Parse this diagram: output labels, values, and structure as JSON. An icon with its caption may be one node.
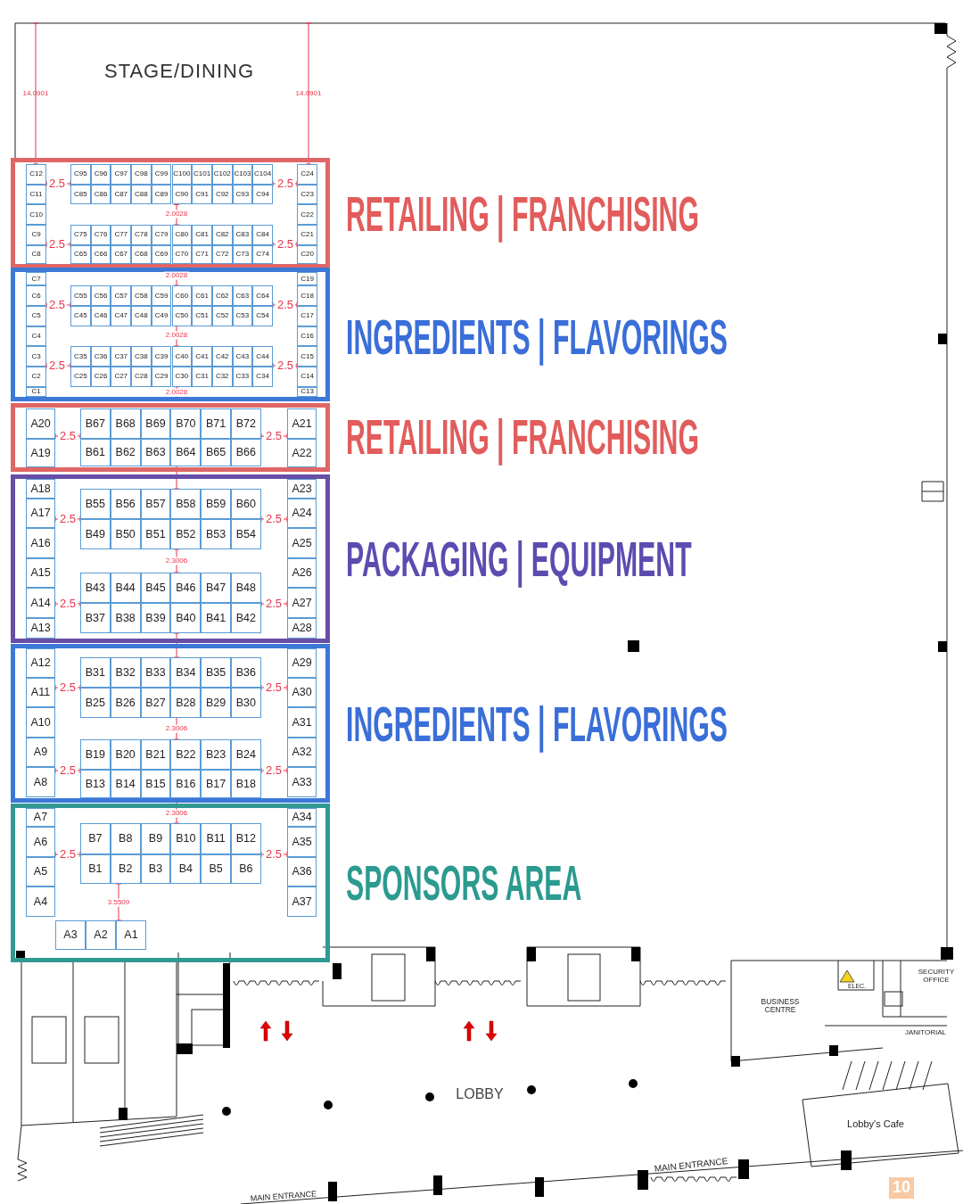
{
  "diagram": {
    "nodes": [
      {
        "text": [],
        "shape": "box",
        "beside": [
          "RETAILING | FRANCHISING"
        ]
      },
      {
        "text": [
          "C12"
        ],
        "in": 0
      },
      {
        "text": [
          "C95"
        ],
        "in": 0
      },
      {
        "text": [
          "C96"
        ],
        "in": 0
      },
      {
        "text": [
          "C97"
        ],
        "in": 0
      },
      {
        "text": [
          "C98"
        ],
        "in": 0
      },
      {
        "text": [
          "C99"
        ],
        "in": 0
      },
      {
        "text": [
          "C100"
        ],
        "in": 0
      },
      {
        "text": [
          "C101"
        ],
        "in": 0
      },
      {
        "text": [
          "C102"
        ],
        "in": 0
      },
      {
        "text": [
          "C103"
        ],
        "in": 0
      },
      {
        "text": [
          "C104"
        ],
        "in": 0
      },
      {
        "text": [
          "C24"
        ],
        "in": 0
      },
      {
        "text": [
          "C11"
        ],
        "in": 0
      },
      {
        "text": [
          "C85"
        ],
        "in": 0
      },
      {
        "text": [
          "C86"
        ],
        "in": 0
      },
      {
        "text": [
          "C87"
        ],
        "in": 0
      },
      {
        "text": [
          "C88"
        ],
        "in": 0
      },
      {
        "text": [
          "C89"
        ],
        "in": 0
      },
      {
        "text": [
          "C90"
        ],
        "in": 0
      },
      {
        "text": [
          "C91"
        ],
        "in": 0
      },
      {
        "text": [
          "C92"
        ],
        "in": 0
      },
      {
        "text": [
          "C93"
        ],
        "in": 0
      },
      {
        "text": [
          "C94"
        ],
        "in": 0
      },
      {
        "text": [
          "C23"
        ],
        "in": 0
      },
      {
        "text": [
          "C10"
        ],
        "in": 0
      },
      {
        "text": [
          "C22"
        ],
        "in": 0
      },
      {
        "text": [
          "C9"
        ],
        "in": 0
      },
      {
        "text": [
          "C75"
        ],
        "in": 0
      },
      {
        "text": [
          "C76"
        ],
        "in": 0
      },
      {
        "text": [
          "C77"
        ],
        "in": 0
      },
      {
        "text": [
          "C78"
        ],
        "in": 0
      },
      {
        "text": [
          "C79"
        ],
        "in": 0
      },
      {
        "text": [
          "C80"
        ],
        "in": 0
      },
      {
        "text": [
          "C81"
        ],
        "in": 0
      },
      {
        "text": [
          "C82"
        ],
        "in": 0
      },
      {
        "text": [
          "C83"
        ],
        "in": 0
      },
      {
        "text": [
          "C84"
        ],
        "in": 0
      },
      {
        "text": [
          "C21"
        ],
        "in": 0
      },
      {
        "text": [
          "C8"
        ],
        "in": 0
      },
      {
        "text": [
          "C65"
        ],
        "in": 0
      },
      {
        "text": [
          "C66"
        ],
        "in": 0
      },
      {
        "text": [
          "C67"
        ],
        "in": 0
      },
      {
        "text": [
          "C68"
        ],
        "in": 0
      },
      {
        "text": [
          "C69"
        ],
        "in": 0
      },
      {
        "text": [
          "C70"
        ],
        "in": 0
      },
      {
        "text": [
          "C71"
        ],
        "in": 0
      },
      {
        "text": [
          "C72"
        ],
        "in": 0
      },
      {
        "text": [
          "C73"
        ],
        "in": 0
      },
      {
        "text": [
          "C74"
        ],
        "in": 0
      },
      {
        "text": [
          "C20"
        ],
        "in": 0
      },
      {
        "text": [],
        "shape": "box",
        "beside": [
          "INGREDIENTS | FLAVORINGS"
        ]
      },
      {
        "text": [
          "C7"
        ],
        "in": 51
      },
      {
        "text": [
          "C19"
        ],
        "in": 51
      },
      {
        "text": [
          "C6"
        ],
        "in": 51
      },
      {
        "text": [
          "C55"
        ],
        "in": 51
      },
      {
        "text": [
          "C56"
        ],
        "in": 51
      },
      {
        "text": [
          "C57"
        ],
        "in": 51
      },
      {
        "text": [
          "C58"
        ],
        "in": 51
      },
      {
        "text": [
          "C59"
        ],
        "in": 51
      },
      {
        "text": [
          "C60"
        ],
        "in": 51
      },
      {
        "text": [
          "C61"
        ],
        "in": 51
      },
      {
        "text": [
          "C62"
        ],
        "in": 51
      },
      {
        "text": [
          "C63"
        ],
        "in": 51
      },
      {
        "text": [
          "C64"
        ],
        "in": 51
      },
      {
        "text": [
          "C18"
        ],
        "in": 51
      },
      {
        "text": [
          "C5"
        ],
        "in": 51
      },
      {
        "text": [
          "C45"
        ],
        "in": 51
      },
      {
        "text": [
          "C46"
        ],
        "in": 51
      },
      {
        "text": [
          "C47"
        ],
        "in": 51
      },
      {
        "text": [
          "C48"
        ],
        "in": 51
      },
      {
        "text": [
          "C49"
        ],
        "in": 51
      },
      {
        "text": [
          "C50"
        ],
        "in": 51
      },
      {
        "text": [
          "C51"
        ],
        "in": 51
      },
      {
        "text": [
          "C52"
        ],
        "in": 51
      },
      {
        "text": [
          "C53"
        ],
        "in": 51
      },
      {
        "text": [
          "C54"
        ],
        "in": 51
      },
      {
        "text": [
          "C17"
        ],
        "in": 51
      },
      {
        "text": [
          "C4"
        ],
        "in": 51
      },
      {
        "text": [
          "C16"
        ],
        "in": 51
      },
      {
        "text": [
          "C3"
        ],
        "in": 51
      },
      {
        "text": [
          "C35"
        ],
        "in": 51
      },
      {
        "text": [
          "C36"
        ],
        "in": 51
      },
      {
        "text": [
          "C37"
        ],
        "in": 51
      },
      {
        "text": [
          "C38"
        ],
        "in": 51
      },
      {
        "text": [
          "C39"
        ],
        "in": 51
      },
      {
        "text": [
          "C40"
        ],
        "in": 51
      },
      {
        "text": [
          "C41"
        ],
        "in": 51
      },
      {
        "text": [
          "C42"
        ],
        "in": 51
      },
      {
        "text": [
          "C43"
        ],
        "in": 51
      },
      {
        "text": [
          "C44"
        ],
        "in": 51
      },
      {
        "text": [
          "C15"
        ],
        "in": 51
      },
      {
        "text": [
          "C2"
        ],
        "in": 51
      },
      {
        "text": [
          "C25"
        ],
        "in": 51
      },
      {
        "text": [
          "C26"
        ],
        "in": 51
      },
      {
        "text": [
          "C27"
        ],
        "in": 51
      },
      {
        "text": [
          "C28"
        ],
        "in": 51
      },
      {
        "text": [
          "C29"
        ],
        "in": 51
      },
      {
        "text": [
          "C30"
        ],
        "in": 51
      },
      {
        "text": [
          "C31"
        ],
        "in": 51
      },
      {
        "text": [
          "C32"
        ],
        "in": 51
      },
      {
        "text": [
          "C33"
        ],
        "in": 51
      },
      {
        "text": [
          "C34"
        ],
        "in": 51
      },
      {
        "text": [
          "C14"
        ],
        "in": 51
      },
      {
        "text": [
          "C1"
        ],
        "in": 51
      },
      {
        "text": [
          "C13"
        ],
        "in": 51
      },
      {
        "text": [],
        "shape": "box",
        "beside": [
          "RETAILING | FRANCHISING"
        ]
      },
      {
        "text": [
          "A20"
        ],
        "in": 106
      },
      {
        "text": [
          "B67"
        ],
        "in": 106
      },
      {
        "text": [
          "B68"
        ],
        "in": 106
      },
      {
        "text": [
          "B69"
        ],
        "in": 106
      },
      {
        "text": [
          "B70"
        ],
        "in": 106
      },
      {
        "text": [
          "B71"
        ],
        "in": 106
      },
      {
        "text": [
          "B72"
        ],
        "in": 106
      },
      {
        "text": [
          "A21"
        ],
        "in": 106
      },
      {
        "text": [
          "A19"
        ],
        "in": 106
      },
      {
        "text": [
          "B61"
        ],
        "in": 106
      },
      {
        "text": [
          "B62"
        ],
        "in": 106
      },
      {
        "text": [
          "B63"
        ],
        "in": 106
      },
      {
        "text": [
          "B64"
        ],
        "in": 106
      },
      {
        "text": [
          "B65"
        ],
        "in": 106
      },
      {
        "text": [
          "B66"
        ],
        "in": 106
      },
      {
        "text": [
          "A22"
        ],
        "in": 106
      },
      {
        "text": [],
        "shape": "box",
        "beside": [
          "PACKAGING | EQUIPMENT"
        ]
      },
      {
        "text": [
          "A18"
        ],
        "in": 123
      },
      {
        "text": [
          "A23"
        ],
        "in": 123
      },
      {
        "text": [
          "B55"
        ],
        "in": 123
      },
      {
        "text": [
          "B56"
        ],
        "in": 123
      },
      {
        "text": [
          "B57"
        ],
        "in": 123
      },
      {
        "text": [
          "B58"
        ],
        "in": 123
      },
      {
        "text": [
          "B59"
        ],
        "in": 123
      },
      {
        "text": [
          "B60"
        ],
        "in": 123
      },
      {
        "text": [
          "A17"
        ],
        "in": 123
      },
      {
        "text": [
          "A24"
        ],
        "in": 123
      },
      {
        "text": [
          "B49"
        ],
        "in": 123
      },
      {
        "text": [
          "B50"
        ],
        "in": 123
      },
      {
        "text": [
          "B51"
        ],
        "in": 123
      },
      {
        "text": [
          "B52"
        ],
        "in": 123
      },
      {
        "text": [
          "B53"
        ],
        "in": 123
      },
      {
        "text": [
          "B54"
        ],
        "in": 123
      },
      {
        "text": [
          "A16"
        ],
        "in": 123
      },
      {
        "text": [
          "A25"
        ],
        "in": 123
      },
      {
        "text": [
          "A15"
        ],
        "in": 123
      },
      {
        "text": [
          "A26"
        ],
        "in": 123
      },
      {
        "text": [
          "B43"
        ],
        "in": 123
      },
      {
        "text": [
          "B44"
        ],
        "in": 123
      },
      {
        "text": [
          "B45"
        ],
        "in": 123
      },
      {
        "text": [
          "B46"
        ],
        "in": 123
      },
      {
        "text": [
          "B47"
        ],
        "in": 123
      },
      {
        "text": [
          "B48"
        ],
        "in": 123
      },
      {
        "text": [
          "A14"
        ],
        "in": 123
      },
      {
        "text": [
          "A27"
        ],
        "in": 123
      },
      {
        "text": [
          "B37"
        ],
        "in": 123
      },
      {
        "text": [
          "B38"
        ],
        "in": 123
      },
      {
        "text": [
          "B39"
        ],
        "in": 123
      },
      {
        "text": [
          "B40"
        ],
        "in": 123
      },
      {
        "text": [
          "B41"
        ],
        "in": 123
      },
      {
        "text": [
          "B42"
        ],
        "in": 123
      },
      {
        "text": [
          "A13"
        ],
        "in": 123
      },
      {
        "text": [
          "A28"
        ],
        "in": 123
      },
      {
        "text": [],
        "shape": "box",
        "beside": [
          "INGREDIENTS | FLAVORINGS"
        ]
      },
      {
        "text": [
          "A12"
        ],
        "in": 160
      },
      {
        "text": [
          "A29"
        ],
        "in": 160
      },
      {
        "text": [
          "B31"
        ],
        "in": 160
      },
      {
        "text": [
          "B32"
        ],
        "in": 160
      },
      {
        "text": [
          "B33"
        ],
        "in": 160
      },
      {
        "text": [
          "B34"
        ],
        "in": 160
      },
      {
        "text": [
          "B35"
        ],
        "in": 160
      },
      {
        "text": [
          "B36"
        ],
        "in": 160
      },
      {
        "text": [
          "A11"
        ],
        "in": 160
      },
      {
        "text": [
          "A30"
        ],
        "in": 160
      },
      {
        "text": [
          "B25"
        ],
        "in": 160
      },
      {
        "text": [
          "B26"
        ],
        "in": 160
      },
      {
        "text": [
          "B27"
        ],
        "in": 160
      },
      {
        "text": [
          "B28"
        ],
        "in": 160
      },
      {
        "text": [
          "B29"
        ],
        "in": 160
      },
      {
        "text": [
          "B30"
        ],
        "in": 160
      },
      {
        "text": [
          "A10"
        ],
        "in": 160
      },
      {
        "text": [
          "A31"
        ],
        "in": 160
      },
      {
        "text": [
          "A9"
        ],
        "in": 160
      },
      {
        "text": [
          "A32"
        ],
        "in": 160
      },
      {
        "text": [
          "B19"
        ],
        "in": 160
      },
      {
        "text": [
          "B20"
        ],
        "in": 160
      },
      {
        "text": [
          "B21"
        ],
        "in": 160
      },
      {
        "text": [
          "B22"
        ],
        "in": 160
      },
      {
        "text": [
          "B23"
        ],
        "in": 160
      },
      {
        "text": [
          "B24"
        ],
        "in": 160
      },
      {
        "text": [
          "A8"
        ],
        "in": 160
      },
      {
        "text": [
          "A33"
        ],
        "in": 160
      },
      {
        "text": [
          "B13"
        ],
        "in": 160
      },
      {
        "text": [
          "B14"
        ],
        "in": 160
      },
      {
        "text": [
          "B15"
        ],
        "in": 160
      },
      {
        "text": [
          "B16"
        ],
        "in": 160
      },
      {
        "text": [
          "B17"
        ],
        "in": 160
      },
      {
        "text": [
          "B18"
        ],
        "in": 160
      },
      {
        "text": [],
        "shape": "box",
        "beside": [
          "SPONSORS AREA"
        ]
      },
      {
        "text": [
          "A7"
        ],
        "in": 195
      },
      {
        "text": [
          "A34"
        ],
        "in": 195
      },
      {
        "text": [
          "B7"
        ],
        "in": 195
      },
      {
        "text": [
          "B8"
        ],
        "in": 195
      },
      {
        "text": [
          "B9"
        ],
        "in": 195
      },
      {
        "text": [
          "B10"
        ],
        "in": 195
      },
      {
        "text": [
          "B11"
        ],
        "in": 195
      },
      {
        "text": [
          "B12"
        ],
        "in": 195
      },
      {
        "text": [
          "A6"
        ],
        "in": 195
      },
      {
        "text": [
          "A35"
        ],
        "in": 195
      },
      {
        "text": [
          "B1"
        ],
        "in": 195
      },
      {
        "text": [
          "B2"
        ],
        "in": 195
      },
      {
        "text": [
          "B3"
        ],
        "in": 195
      },
      {
        "text": [
          "B4"
        ],
        "in": 195
      },
      {
        "text": [
          "B5"
        ],
        "in": 195
      },
      {
        "text": [
          "B6"
        ],
        "in": 195
      },
      {
        "text": [
          "A5"
        ],
        "in": 195
      },
      {
        "text": [
          "A36"
        ],
        "in": 195
      },
      {
        "text": [
          "A4"
        ],
        "in": 195
      },
      {
        "text": [
          "A37"
        ],
        "in": 195
      },
      {
        "text": [
          "A3"
        ],
        "in": 195
      },
      {
        "text": [
          "A2"
        ],
        "in": 195
      },
      {
        "text": [
          "A1"
        ],
        "in": 195
      }
    ],
    "labels": [
      "STAGE/DINING",
      "14.0901",
      "14.0901",
      "2.5",
      "2.5",
      "2.0028",
      "2.5",
      "2.5",
      "2.0028",
      "2.5",
      "2.5",
      "2.0028",
      "2.5",
      "2.5",
      "2.0028",
      "2.5",
      "2.5",
      "2.5",
      "2.5",
      "2.3006",
      "2.5",
      "2.5",
      "2.5",
      "2.5",
      "2.3006",
      "2.5",
      "2.5",
      "2.3006",
      "2.5",
      "2.5",
      "3.5509",
      "LOBBY",
      "BUSINESS CENTRE",
      "ELEC.",
      "SECURITY OFFICE",
      "JANITORIAL",
      "MAIN ENTRANCE",
      "MAIN ENTRANCE",
      "Lobby's Cafe",
      "10"
    ]
  }
}
